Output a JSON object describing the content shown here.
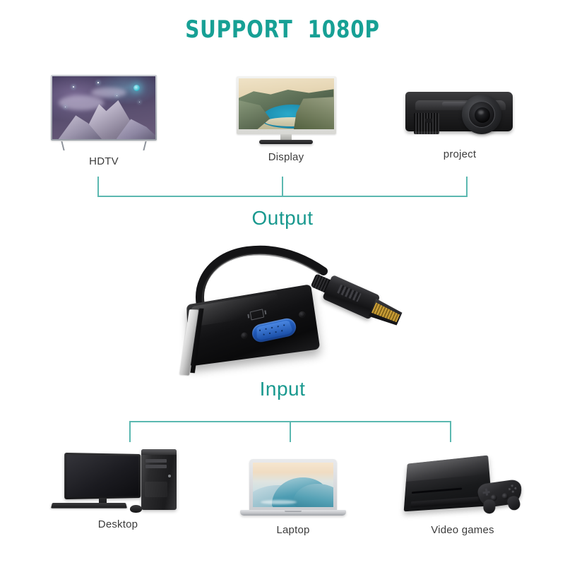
{
  "page": {
    "title": "SUPPORT  1080P",
    "background_color": "#ffffff",
    "accent_color": "#17a095",
    "label_color": "#3c3c3c"
  },
  "sections": {
    "output": {
      "label": "Output",
      "devices": [
        {
          "name": "HDTV",
          "label": "HDTV",
          "icon": "hdtv-icon"
        },
        {
          "name": "Display",
          "label": "Display",
          "icon": "monitor-icon"
        },
        {
          "name": "project",
          "label": "project",
          "icon": "projector-icon"
        }
      ]
    },
    "input": {
      "label": "Input",
      "devices": [
        {
          "name": "Desktop",
          "label": "Desktop",
          "icon": "desktop-computer-icon"
        },
        {
          "name": "Laptop",
          "label": "Laptop",
          "icon": "laptop-icon"
        },
        {
          "name": "Video games",
          "label": "Video games",
          "icon": "game-console-icon"
        }
      ]
    }
  },
  "product": {
    "name": "hdmi-to-vga-adapter",
    "connector_out": "VGA",
    "connector_in": "HDMI",
    "body_color": "#111113",
    "vga_port_color": "#1e56b4",
    "hdmi_contact_color": "#d8a93a"
  }
}
